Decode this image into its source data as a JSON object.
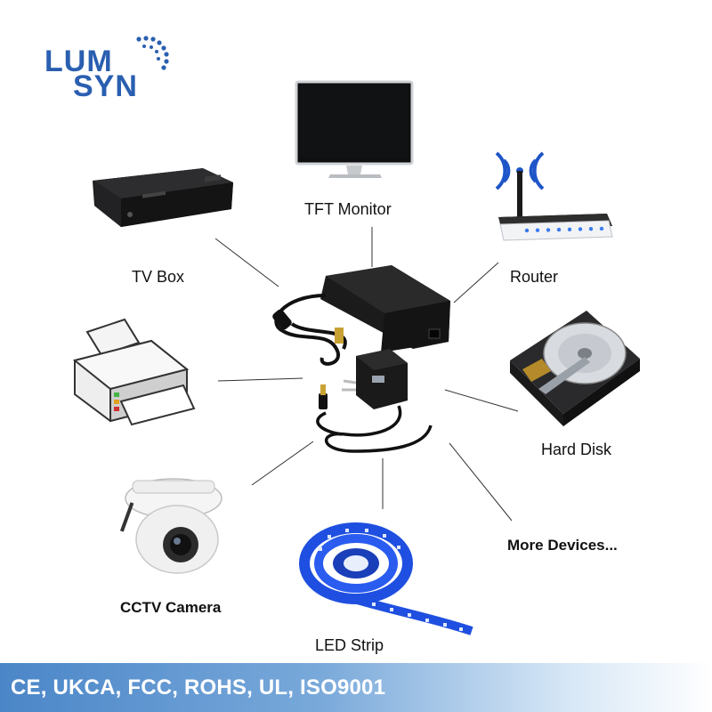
{
  "logo": {
    "line1": "LUM",
    "line2": "SYN"
  },
  "devices": {
    "tft_monitor": "TFT Monitor",
    "tv_box": "TV Box",
    "router": "Router",
    "hard_disk": "Hard Disk",
    "cctv_camera": "CCTV Camera",
    "led_strip": "LED Strip",
    "more_devices": "More Devices..."
  },
  "banner": {
    "text": "CE, UKCA, FCC, ROHS, UL, ISO9001"
  },
  "colors": {
    "brand_blue": "#2a5fb0",
    "banner_blue": "#4b86c8",
    "led_blue": "#1f4fe0"
  }
}
